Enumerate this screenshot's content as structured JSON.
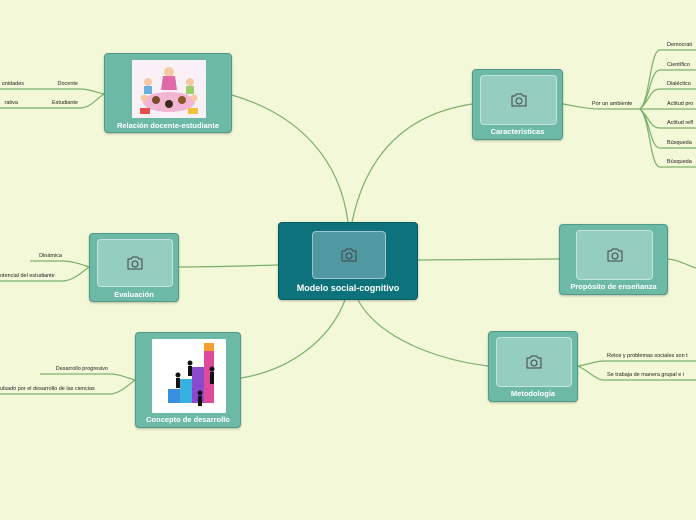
{
  "central": {
    "title": "Modelo social-cognitivo"
  },
  "branches": {
    "relacion": {
      "title": "Relación docente-estudiante",
      "image": "classroom-children-illustration",
      "subnodes": [
        {
          "label": "Docente",
          "leaf": "unidades"
        },
        {
          "label": "Estudiante",
          "leaf": "rativa"
        }
      ]
    },
    "evaluacion": {
      "title": "Evaluación",
      "subnodes": [
        {
          "label": "Dinámica"
        },
        {
          "label": "otencial del estudiante"
        }
      ]
    },
    "concepto": {
      "title": "Concepto de desarrollo",
      "image": "climbing-stairs-illustration",
      "subnodes": [
        {
          "label": "Desarrollo progresivo"
        },
        {
          "label": "ulsado por el desarrollo de las ciencias"
        }
      ]
    },
    "caracteristicas": {
      "title": "Características",
      "subnode": "Por un ambiente",
      "leaves": [
        "Democrati",
        "Científico",
        "Dialéctico",
        "Actitud pro",
        "Actitud refl",
        "Búsqueda",
        "Búsqueda"
      ]
    },
    "proposito": {
      "title": "Propósito de enseñanza"
    },
    "metodologia": {
      "title": "Metodología",
      "subnodes": [
        {
          "label": "Retos y problemas sociales son t"
        },
        {
          "label": "Se trabaja de manera grupal e i"
        }
      ]
    }
  },
  "icons": {
    "placeholder": "camera-icon"
  },
  "colors": {
    "background": "#f2f8d8",
    "central": "#0d727c",
    "node": "#6cbaa6",
    "connector": "#7bb16a"
  }
}
